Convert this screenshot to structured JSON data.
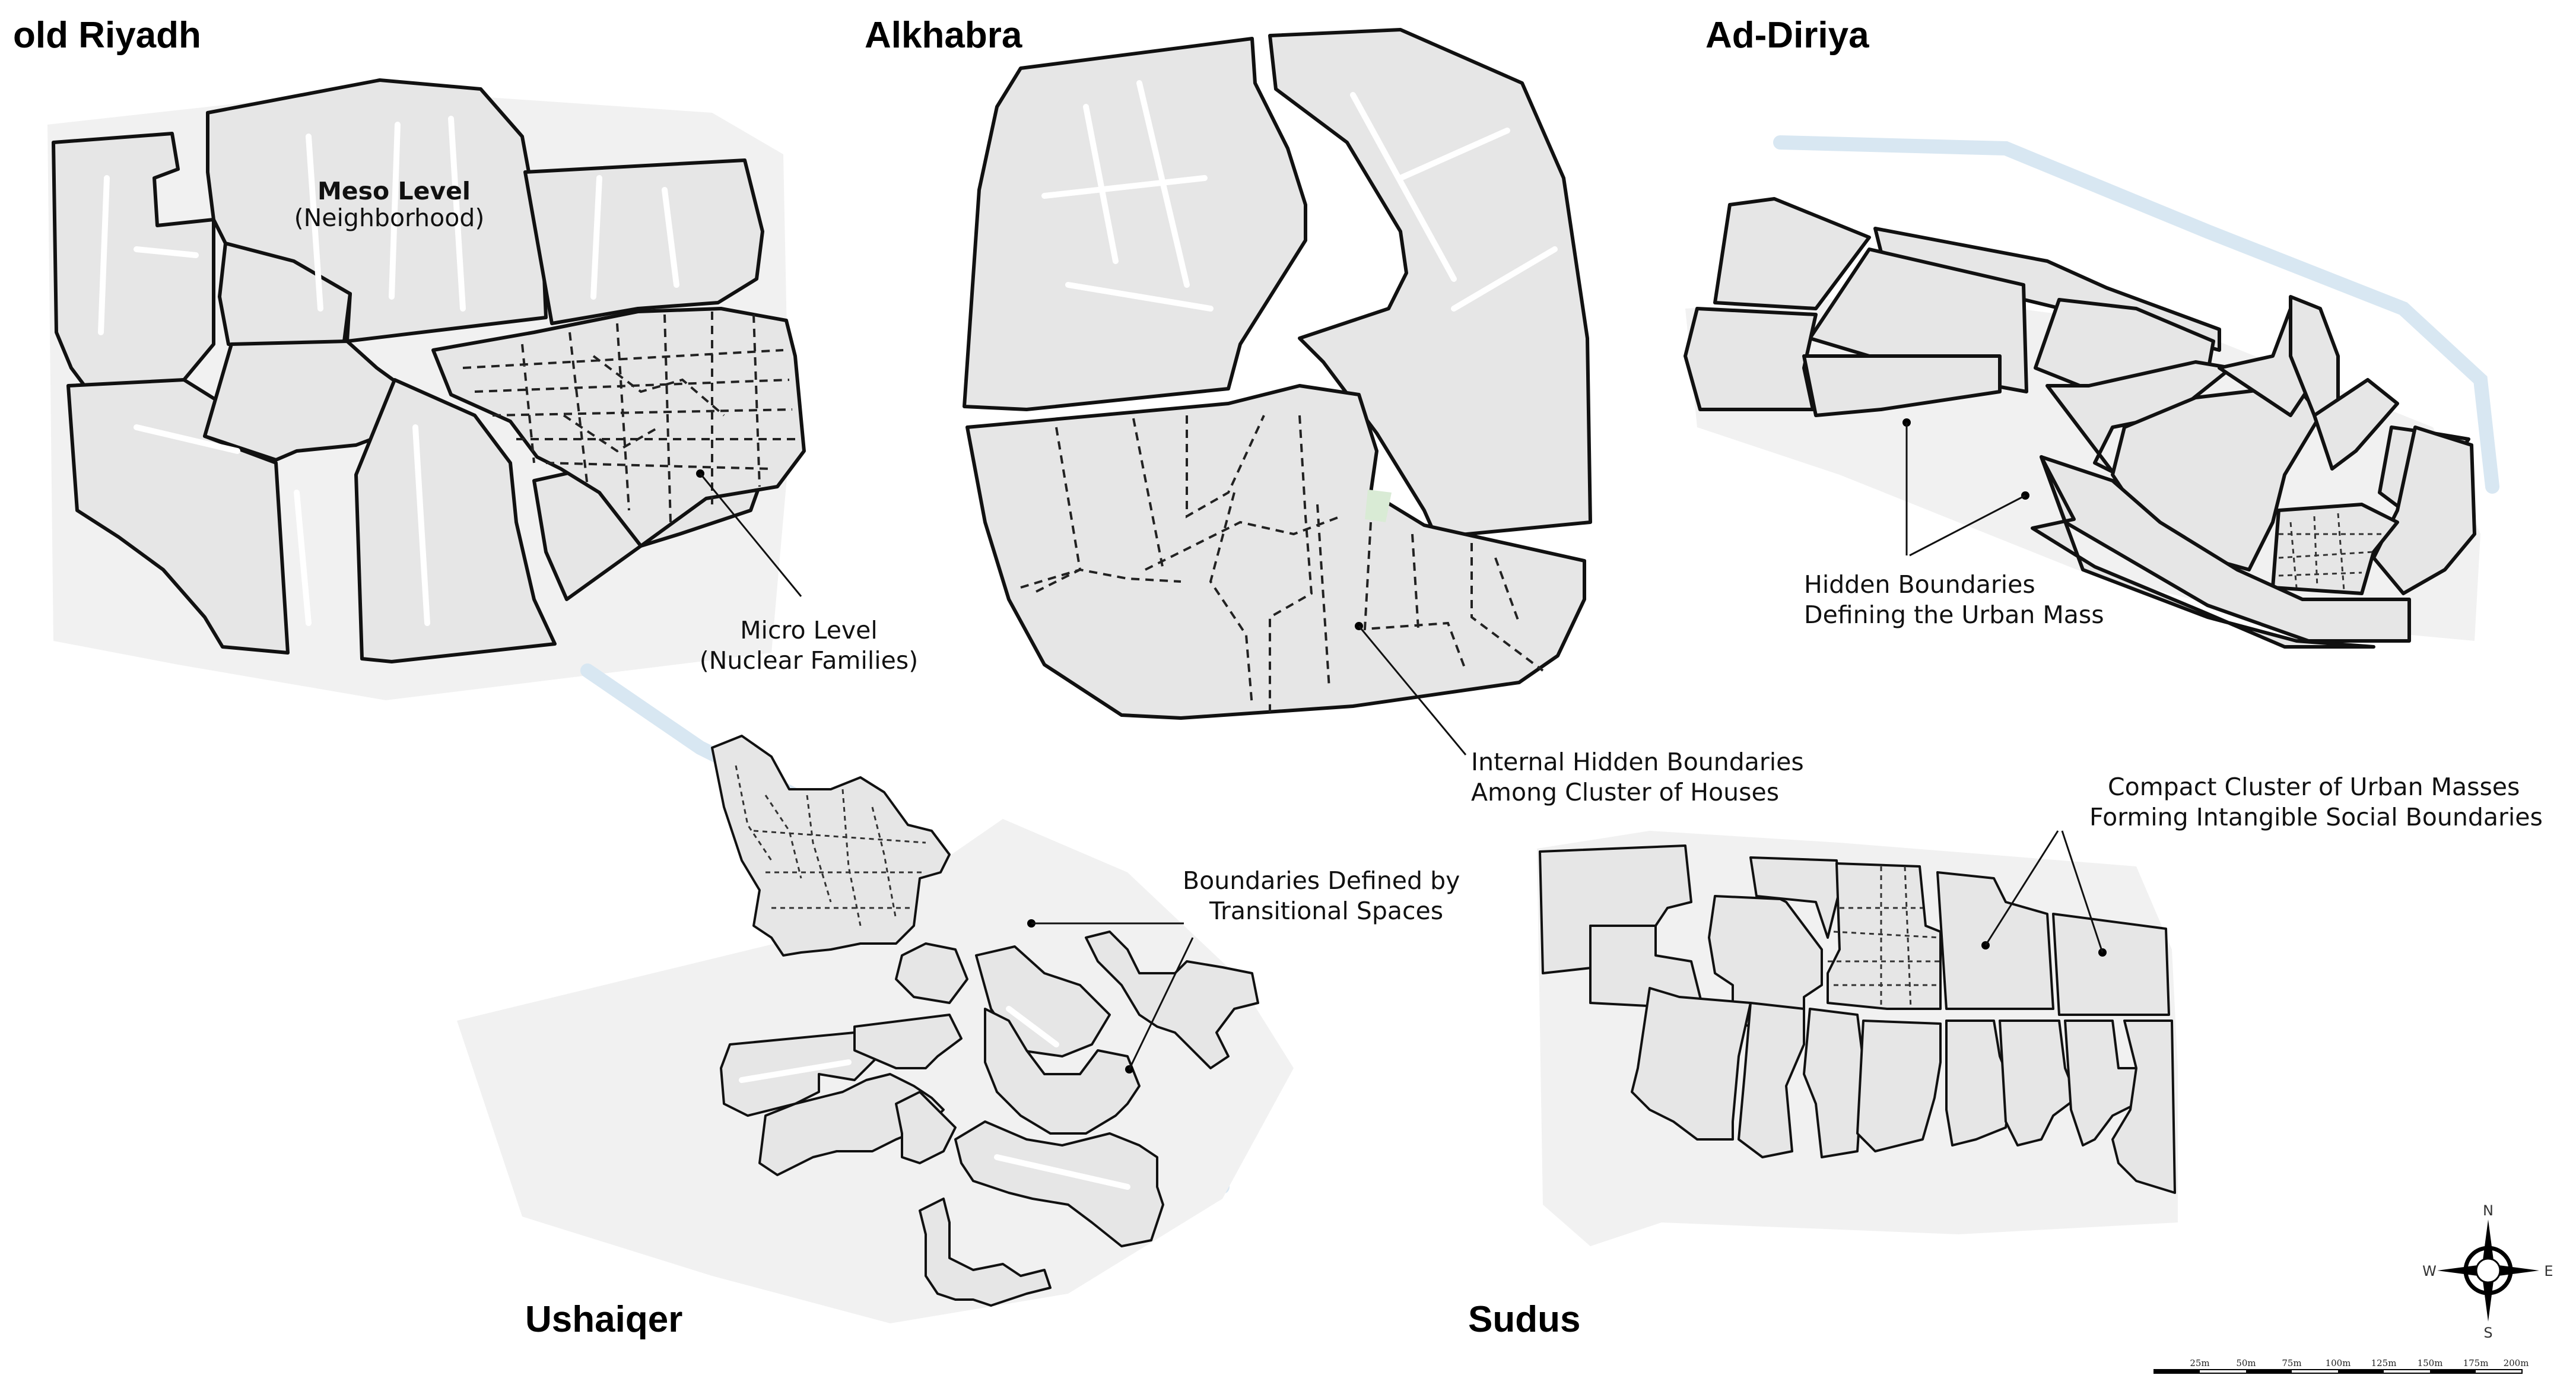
{
  "panels": {
    "old_riyadh": {
      "title": "old Riyadh",
      "meso_label": "Meso Level",
      "meso_sub": "(Neighborhood)",
      "micro_label": "Micro Level",
      "micro_sub": "(Nuclear Families)"
    },
    "alkhabra": {
      "title": "Alkhabra",
      "annotation_line1": "Internal Hidden Boundaries",
      "annotation_line2": "Among Cluster of Houses"
    },
    "ad_diriya": {
      "title": "Ad-Diriya",
      "annotation_line1": "Hidden Boundaries",
      "annotation_line2": "Defining the Urban Mass"
    },
    "ushaiqer": {
      "title": "Ushaiqer",
      "annotation_line1": "Boundaries Defined by",
      "annotation_line2": "Transitional Spaces"
    },
    "sudus": {
      "title": "Sudus",
      "annotation_line1": "Compact Cluster of Urban Masses",
      "annotation_line2": "Forming Intangible Social Boundaries"
    }
  },
  "compass": {
    "n": "N",
    "s": "S",
    "e": "E",
    "w": "W"
  },
  "scale_bar": {
    "labels": [
      "25m",
      "50m",
      "75m",
      "100m",
      "125m",
      "150m",
      "175m",
      "200m"
    ]
  },
  "colors": {
    "block_fill": "#e6e6e6",
    "outline": "#111111",
    "water": "#d8e7f2",
    "green_area": "#d9ebd5"
  }
}
